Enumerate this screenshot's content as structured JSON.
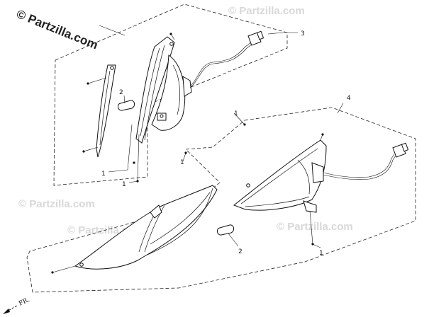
{
  "watermark": {
    "main": "© Partzilla.com",
    "faint": [
      "© Partzilla.com",
      "© Partzilla.com",
      "© Partzilla.com",
      "© Partzilla.com"
    ]
  },
  "callouts": {
    "upper_assembly": "3",
    "lower_assembly": "4",
    "upper_bulb": "2",
    "lower_bulb": "2",
    "upper_screw_a": "1",
    "upper_screw_b": "1",
    "lower_screw_a": "1",
    "lower_screw_b": "1",
    "lower_screw_c": "1"
  },
  "direction_label": "FR."
}
